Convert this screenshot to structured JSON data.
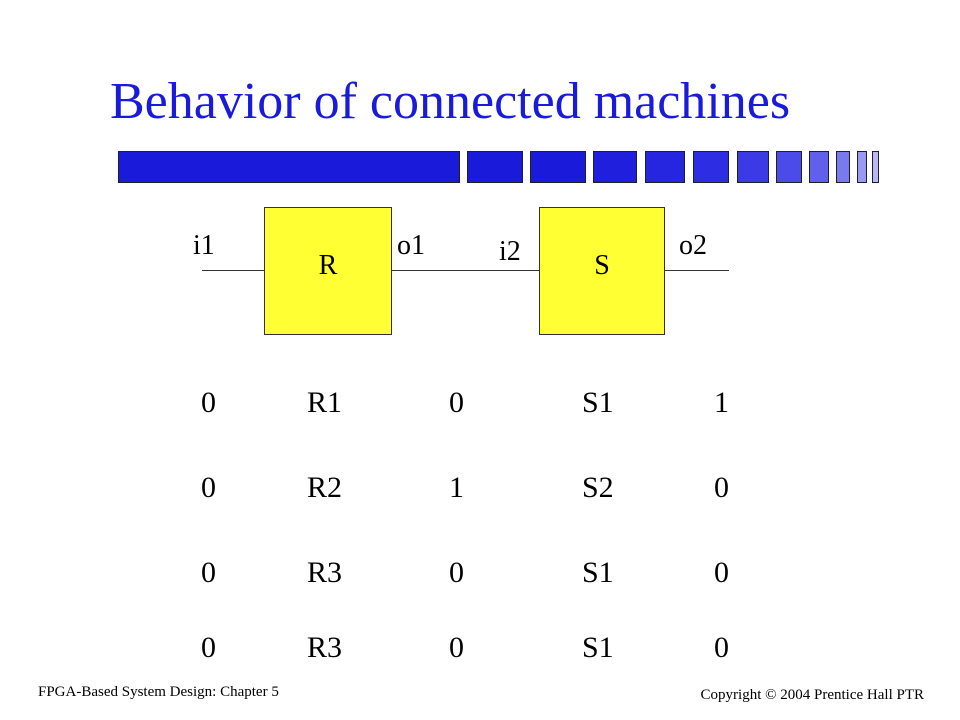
{
  "slide": {
    "title": "Behavior of connected machines",
    "accent_color": "#1a1adb",
    "box_color": "#ffff33"
  },
  "diagram": {
    "machine_r": "R",
    "machine_s": "S",
    "label_i1": "i1",
    "label_o1": "o1",
    "label_i2": "i2",
    "label_o2": "o2"
  },
  "table": {
    "rows": [
      [
        "0",
        "R1",
        "0",
        "S1",
        "1"
      ],
      [
        "0",
        "R2",
        "1",
        "S2",
        "0"
      ],
      [
        "0",
        "R3",
        "0",
        "S1",
        "0"
      ],
      [
        "0",
        "R3",
        "0",
        "S1",
        "0"
      ]
    ]
  },
  "footer": {
    "left": "FPGA-Based System Design: Chapter 5",
    "right": "Copyright © 2004 Prentice Hall PTR"
  }
}
